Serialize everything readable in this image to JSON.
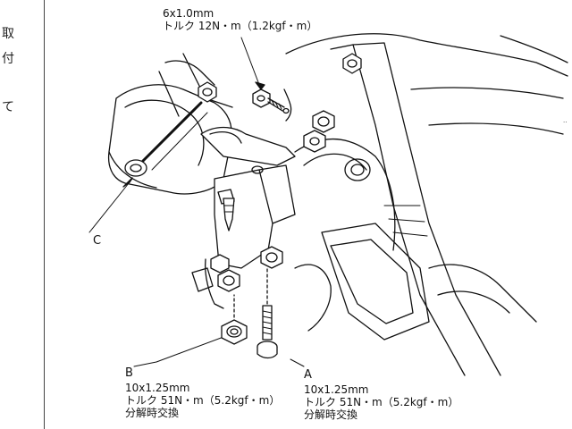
{
  "side_text": [
    "取",
    "付",
    "て"
  ],
  "corner_mark": "..",
  "top_bolt": {
    "size": "6x1.0mm",
    "torque": "トルク 12N・m（1.2kgf・m）"
  },
  "bolt_b": {
    "label": "B",
    "size": "10x1.25mm",
    "torque": "トルク 51N・m（5.2kgf・m）",
    "note": "分解時交換"
  },
  "bolt_a": {
    "label": "A",
    "size": "10x1.25mm",
    "torque": "トルク 51N・m（5.2kgf・m）",
    "note": "分解時交換"
  },
  "callout_c": "C"
}
